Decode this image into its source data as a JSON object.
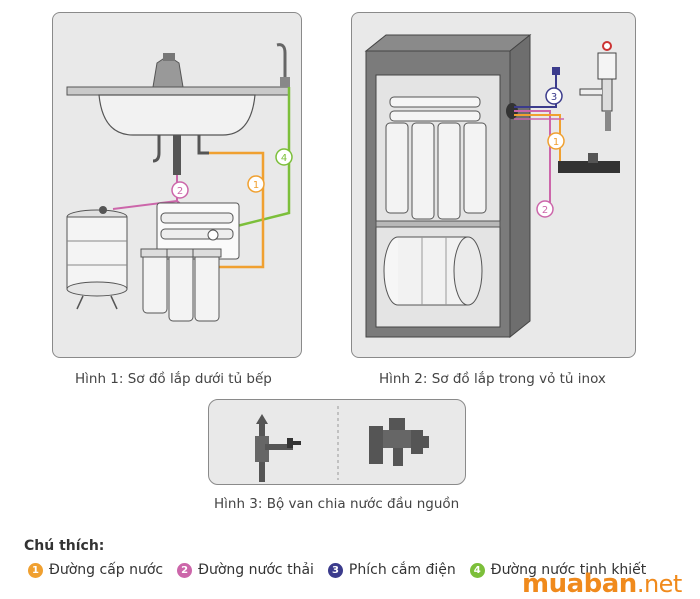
{
  "figures": [
    {
      "caption": "Hình 1: Sơ đồ lắp dưới tủ bếp"
    },
    {
      "caption": "Hình 2: Sơ đồ lắp trong vỏ tủ inox"
    },
    {
      "caption": "Hình 3: Bộ van chia nước đầu nguồn"
    }
  ],
  "legend": {
    "title": "Chú thích:",
    "items": [
      {
        "number": "1",
        "label": "Đường cấp nước",
        "color": "#f0a030"
      },
      {
        "number": "2",
        "label": "Đường nước thải",
        "color": "#cc66aa"
      },
      {
        "number": "3",
        "label": "Phích cắm điện",
        "color": "#3b3b8c"
      },
      {
        "number": "4",
        "label": "Đường nước tinh khiết",
        "color": "#7cbf3a"
      }
    ]
  },
  "watermark": {
    "main": "muaban",
    "tld": ".net"
  }
}
